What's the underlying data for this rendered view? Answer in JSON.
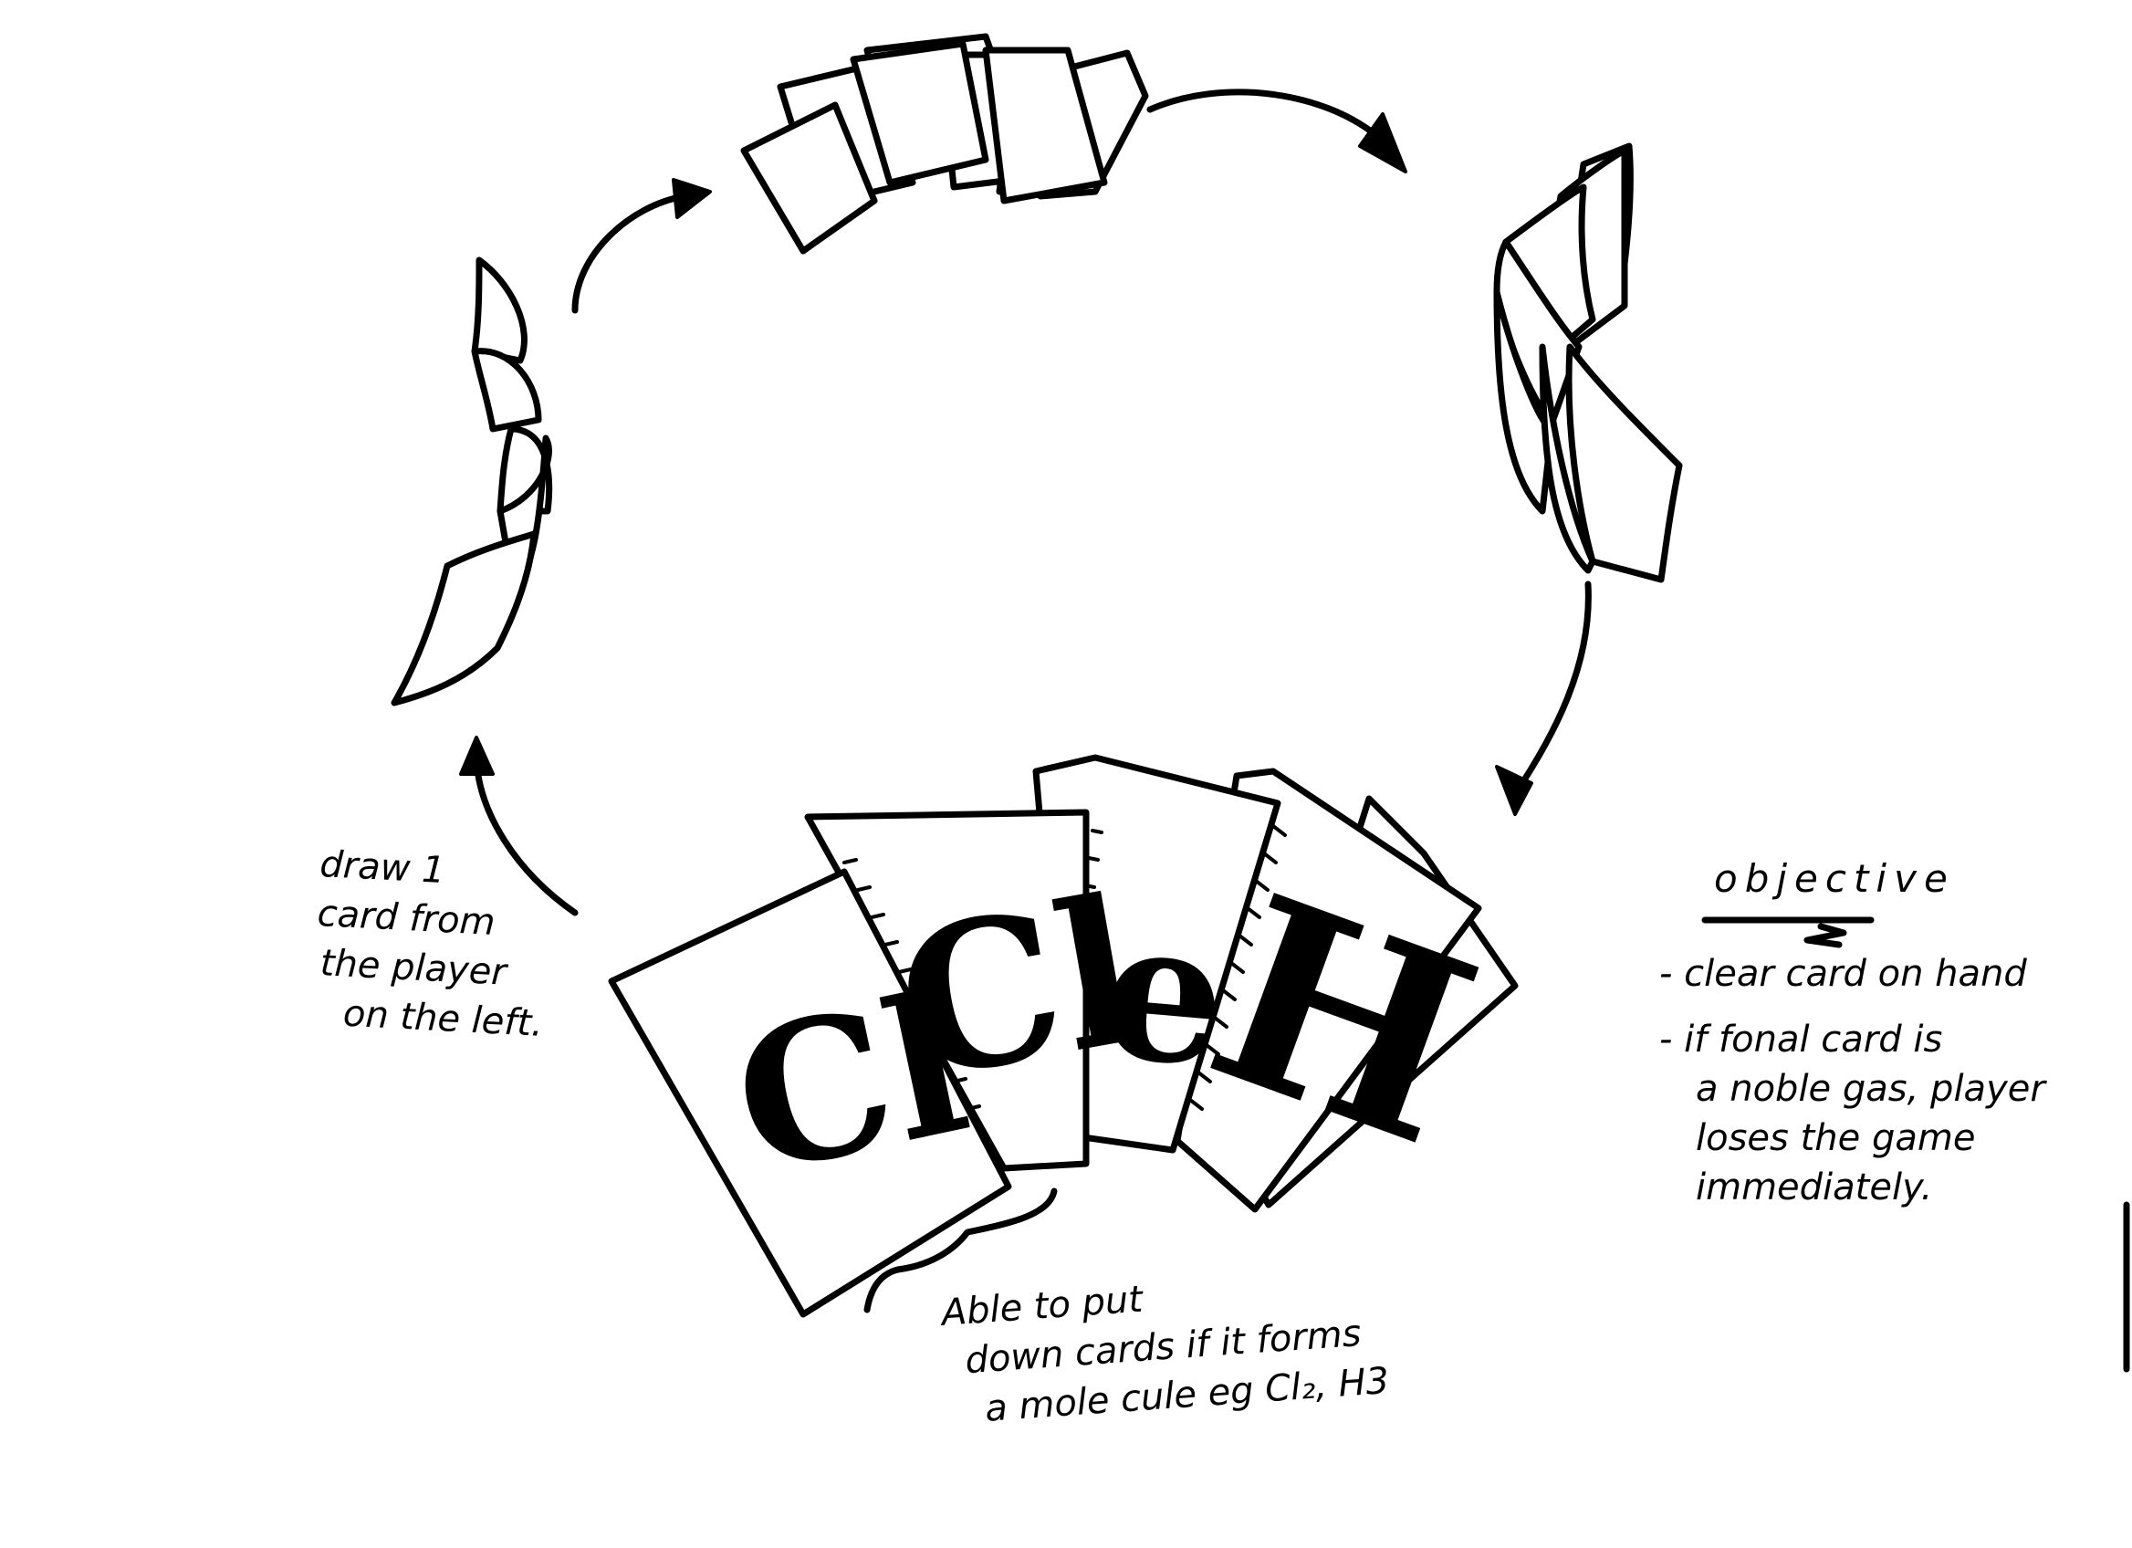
{
  "cards_letters": [
    "Cl",
    "Cl",
    "e",
    "H"
  ],
  "notes": {
    "left": [
      "draw 1",
      "card from",
      "the player",
      "on the left."
    ],
    "bottom": [
      "Able to put",
      "down cards if it forms",
      "a mole cule eg Cl₂, H3"
    ],
    "objective_title": "objective",
    "objective_items": [
      "- clear card on hand",
      "- if fonal card is",
      "a noble gas, player",
      "loses the game",
      "immediately."
    ]
  }
}
